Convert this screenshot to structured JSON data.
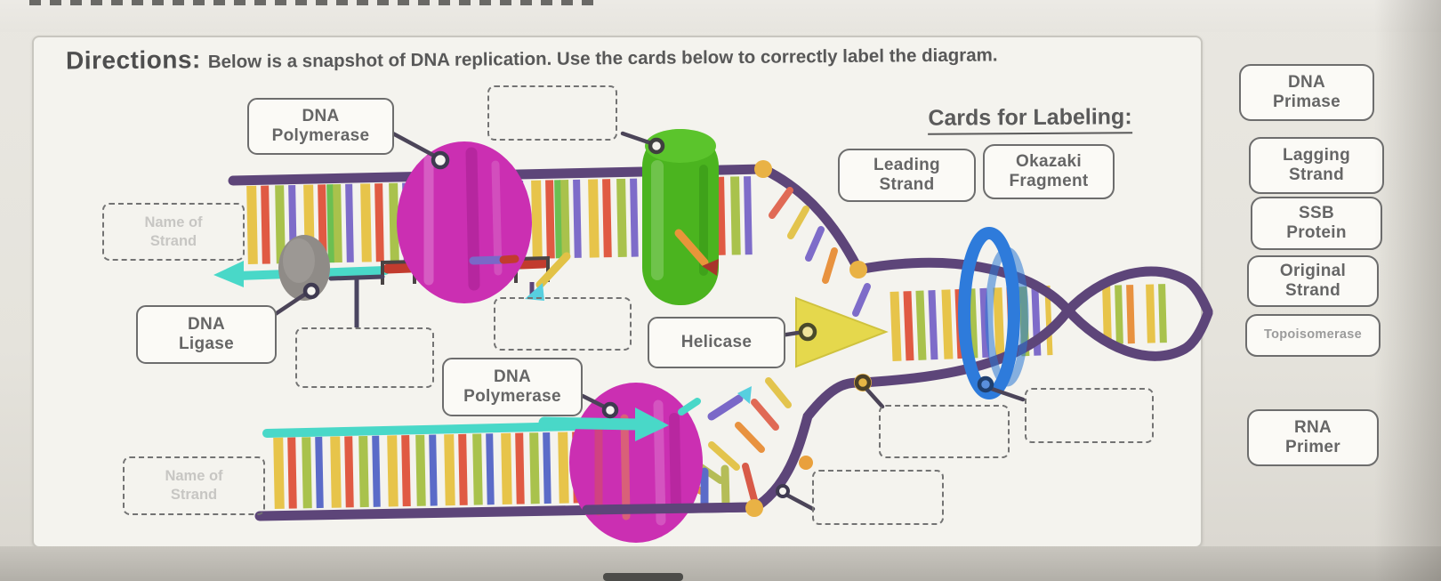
{
  "title": {
    "label": "Directions:",
    "text": "Below is a snapshot of DNA replication. Use the cards below to correctly label the diagram."
  },
  "card_bank": {
    "heading": "Cards for Labeling:",
    "top_cards": [
      {
        "label": "Leading\nStrand"
      },
      {
        "label": "Okazaki\nFragment"
      }
    ],
    "side_cards": [
      {
        "label": "DNA\nPrimase"
      },
      {
        "label": "Lagging\nStrand"
      },
      {
        "label": "SSB\nProtein"
      },
      {
        "label": "Original\nStrand"
      },
      {
        "label": "Topoisomerase"
      },
      {
        "label": "RNA\nPrimer"
      }
    ]
  },
  "diagram_labels": {
    "polymerase_top": "DNA\nPolymerase",
    "ligase": "DNA\nLigase",
    "helicase": "Helicase",
    "polymerase_bottom": "DNA\nPolymerase"
  },
  "placeholders": {
    "strand_top": "Name of\nStrand",
    "strand_bottom": "Name of\nStrand"
  },
  "colors": {
    "strand_purple": "#5d4579",
    "new_strand_cyan": "#49d8c8",
    "polymerase_magenta": "#cb2fb2",
    "cylinder_green": "#4bb41f",
    "helicase_yellow": "#e5d84c",
    "ring_blue": "#2e7bdb",
    "junction_yellow": "#e9b245"
  }
}
